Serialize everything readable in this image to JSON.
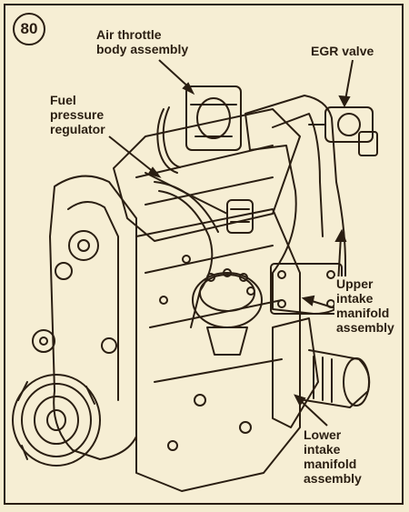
{
  "figure": {
    "number": "80",
    "colors": {
      "ink": "#2a1e12",
      "paper": "#f6eed4",
      "frame_bg": "#f4ecd0"
    }
  },
  "labels": {
    "air_throttle": "Air throttle\nbody assembly",
    "egr_valve": "EGR valve",
    "fuel_regulator": "Fuel\npressure\nregulator",
    "upper_manifold": "Upper\nintake\nmanifold\nassembly",
    "lower_manifold": "Lower\nintake\nmanifold\nassembly"
  }
}
